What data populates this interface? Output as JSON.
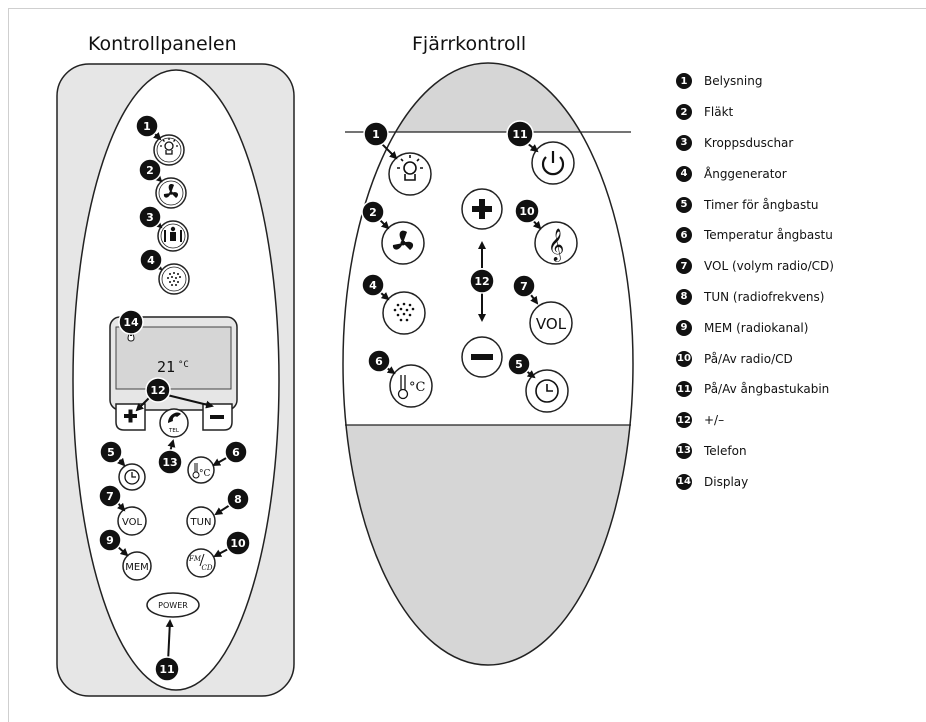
{
  "panel_title": "Kontrollpanelen",
  "remote_title": "Fjärrkontroll",
  "display": {
    "reading": "21",
    "unit": "°C"
  },
  "buttons": {
    "vol": "VOL",
    "tun": "TUN",
    "mem": "MEM",
    "fm": "FM",
    "cd": "CD",
    "power": "POWER",
    "tel": "TEL",
    "remote_vol": "VOL",
    "celsius": "°C"
  },
  "callout_numbers": {
    "n1": "1",
    "n2": "2",
    "n3": "3",
    "n4": "4",
    "n5": "5",
    "n6": "6",
    "n7": "7",
    "n8": "8",
    "n9": "9",
    "n10": "10",
    "n11": "11",
    "n12": "12",
    "n13": "13",
    "n14": "14"
  },
  "legend": [
    {
      "num": "1",
      "label": "Belysning"
    },
    {
      "num": "2",
      "label": "Fläkt"
    },
    {
      "num": "3",
      "label": "Kroppsduschar"
    },
    {
      "num": "4",
      "label": "Ånggenerator"
    },
    {
      "num": "5",
      "label": "Timer för ångbastu"
    },
    {
      "num": "6",
      "label": "Temperatur ångbastu"
    },
    {
      "num": "7",
      "label": "VOL (volym radio/CD)"
    },
    {
      "num": "8",
      "label": "TUN (radiofrekvens)"
    },
    {
      "num": "9",
      "label": "MEM (radiokanal)"
    },
    {
      "num": "10",
      "label": "På/Av radio/CD"
    },
    {
      "num": "11",
      "label": "På/Av ångbastukabin"
    },
    {
      "num": "12",
      "label": "+/–"
    },
    {
      "num": "13",
      "label": "Telefon"
    },
    {
      "num": "14",
      "label": "Display"
    }
  ]
}
